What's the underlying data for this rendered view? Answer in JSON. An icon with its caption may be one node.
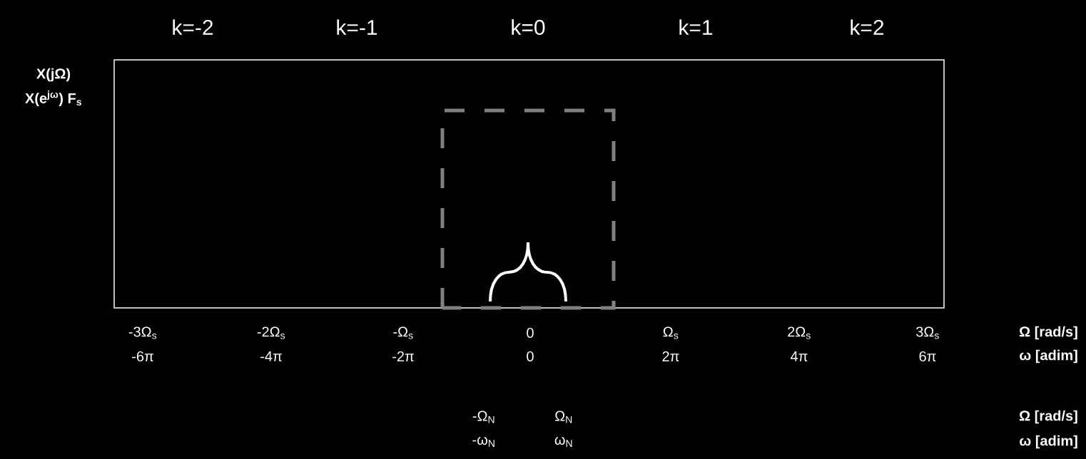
{
  "diagram": {
    "labels": [
      "k=-2",
      "k=-1",
      "k=0",
      "k=1",
      "k=2",
      "X(jΩ)",
      "X(e$^{jω}$) F$_{s}$",
      "-3Ω$_{s}$",
      "-2Ω$_{s}$",
      "-Ω$_{s}$",
      "0",
      "Ω$_{s}$",
      "2Ω$_{s}$",
      "3Ω$_{s}$",
      "Ω [rad/s]",
      "-6π",
      "-4π",
      "-2π",
      "0",
      "2π",
      "4π",
      "6π",
      "ω [adim]",
      "-Ω$_{N}$",
      "Ω$_{N}$",
      "Ω [rad/s]",
      "-ω$_{N}$",
      "ω$_{N}$",
      "ω [adim]"
    ]
  }
}
